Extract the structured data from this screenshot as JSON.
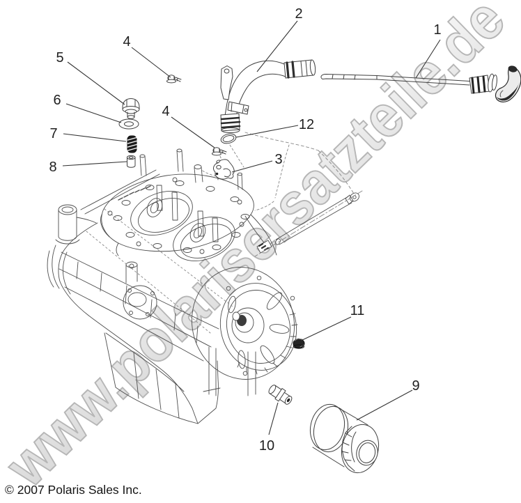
{
  "diagram": {
    "watermark": "www.polarisersatzteile.de",
    "copyright": "© 2007 Polaris Sales Inc.",
    "callouts": [
      {
        "label": "1"
      },
      {
        "label": "2"
      },
      {
        "label": "3"
      },
      {
        "label": "4"
      },
      {
        "label": "4"
      },
      {
        "label": "5"
      },
      {
        "label": "6"
      },
      {
        "label": "7"
      },
      {
        "label": "8"
      },
      {
        "label": "9"
      },
      {
        "label": "10"
      },
      {
        "label": "11"
      },
      {
        "label": "12"
      }
    ],
    "colors": {
      "line": "#4d4d4d",
      "watermark_stroke": "#b6b6b6",
      "label_text": "#1f1f1f"
    }
  }
}
